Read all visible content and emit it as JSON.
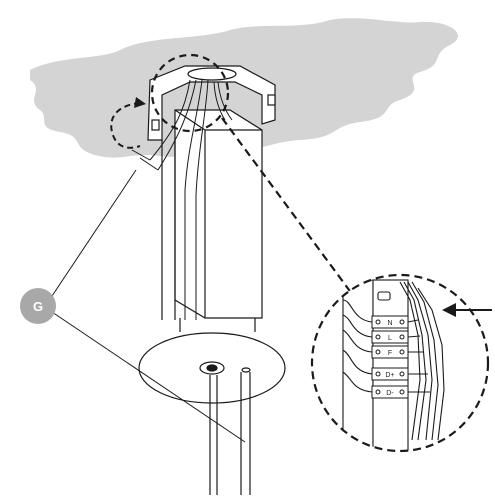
{
  "callout": {
    "label": "G"
  },
  "terminals": [
    {
      "label": "N"
    },
    {
      "label": "L"
    },
    {
      "label": "F"
    },
    {
      "label": "D+"
    },
    {
      "label": "D-"
    }
  ],
  "colors": {
    "ceiling": "#d4d4d4",
    "callout_bg": "#a8a8a8",
    "line": "#1a1a1a"
  },
  "icons": [
    "ceiling-cloud",
    "mounting-bracket",
    "driver-box",
    "canopy-plate",
    "suspension-cable",
    "detail-magnifier-circle",
    "arrow-pointer"
  ]
}
